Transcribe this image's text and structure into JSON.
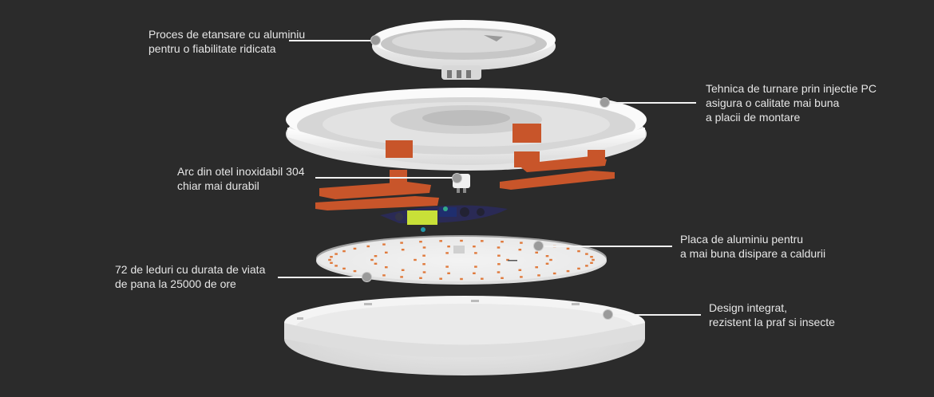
{
  "colors": {
    "background": "#2b2b2b",
    "label_text": "#e6e6e6",
    "callout_line": "#f2f2f2",
    "callout_dot": "#9a9a9a",
    "mount_clip_orange": "#c8552a",
    "diffuser_white": "#f0f0f0",
    "led_chip": "#e07a3c"
  },
  "callouts": [
    {
      "id": "sealing",
      "lines": [
        "Proces de etansare cu aluminiu",
        "pentru o fiabilitate ridicata"
      ]
    },
    {
      "id": "injection",
      "lines": [
        "Tehnica de turnare prin injectie PC",
        "asigura o calitate mai buna",
        "a placii de montare"
      ]
    },
    {
      "id": "spring",
      "lines": [
        "Arc din otel inoxidabil 304",
        "chiar mai durabil"
      ]
    },
    {
      "id": "aluminium_plate",
      "lines": [
        "Placa de aluminiu pentru",
        "a mai buna disipare a caldurii"
      ]
    },
    {
      "id": "leds",
      "lines": [
        "72 de leduri cu durata de viata",
        "de pana la 25000 de ore"
      ]
    },
    {
      "id": "design",
      "lines": [
        "Design integrat,",
        "rezistent la praf si insecte"
      ]
    }
  ]
}
